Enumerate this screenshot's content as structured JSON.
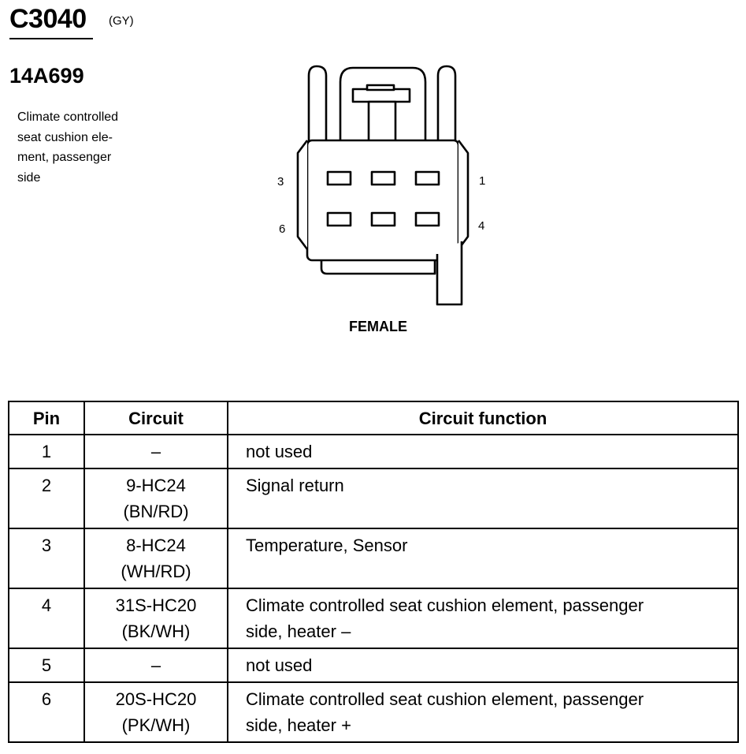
{
  "header": {
    "connector_id": "C3040",
    "connector_color": "(GY)",
    "part_number": "14A699",
    "description_lines": [
      "Climate controlled",
      "seat cushion ele-",
      "ment, passenger",
      "side"
    ]
  },
  "connector": {
    "face": "FEMALE",
    "pin_labels": {
      "top_left": "3",
      "top_right": "1",
      "bottom_left": "6",
      "bottom_right": "4"
    }
  },
  "table": {
    "headers": [
      "Pin",
      "Circuit",
      "Circuit function"
    ],
    "rows": [
      {
        "pin": "1",
        "circuit": [
          "–"
        ],
        "function": [
          "not used"
        ]
      },
      {
        "pin": "2",
        "circuit": [
          "9-HC24",
          "(BN/RD)"
        ],
        "function": [
          "Signal return"
        ]
      },
      {
        "pin": "3",
        "circuit": [
          "8-HC24",
          "(WH/RD)"
        ],
        "function": [
          "Temperature, Sensor"
        ]
      },
      {
        "pin": "4",
        "circuit": [
          "31S-HC20",
          "(BK/WH)"
        ],
        "function": [
          "Climate controlled seat cushion element, passenger",
          "side, heater –"
        ]
      },
      {
        "pin": "5",
        "circuit": [
          "–"
        ],
        "function": [
          "not used"
        ]
      },
      {
        "pin": "6",
        "circuit": [
          "20S-HC20",
          "(PK/WH)"
        ],
        "function": [
          "Climate controlled seat cushion element, passenger",
          "side, heater +"
        ]
      }
    ]
  }
}
